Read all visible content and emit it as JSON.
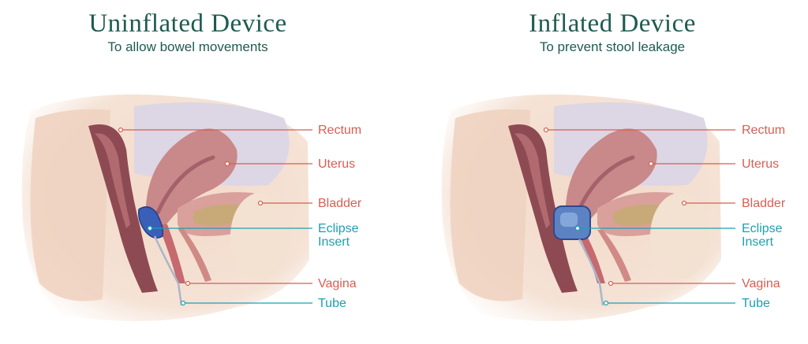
{
  "colors": {
    "title": "#1f5b50",
    "label_red": "#d85e52",
    "label_teal": "#1f9fb0",
    "device": "#3a5fb8"
  },
  "panels": [
    {
      "title": "Uninflated Device",
      "subtitle": "To allow bowel movements",
      "labels": {
        "rectum": "Rectum",
        "uterus": "Uterus",
        "bladder": "Bladder",
        "eclipse_1": "Eclipse",
        "eclipse_2": "Insert",
        "vagina": "Vagina",
        "tube": "Tube"
      }
    },
    {
      "title": "Inflated Device",
      "subtitle": "To prevent stool leakage",
      "labels": {
        "rectum": "Rectum",
        "uterus": "Uterus",
        "bladder": "Bladder",
        "eclipse_1": "Eclipse",
        "eclipse_2": "Insert",
        "vagina": "Vagina",
        "tube": "Tube"
      }
    }
  ]
}
